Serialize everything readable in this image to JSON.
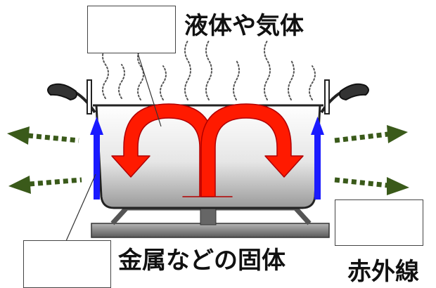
{
  "labels": {
    "liquid_gas": "液体や気体",
    "solid_metal": "金属などの固体",
    "infrared": "赤外線"
  },
  "answer_boxes": [
    {
      "id": "box-liquid-gas",
      "value": ""
    },
    {
      "id": "box-solid",
      "value": ""
    },
    {
      "id": "box-infrared",
      "value": ""
    }
  ],
  "colors": {
    "convection_arrow": "#ff1a00",
    "conduction_arrow": "#1a1aff",
    "radiation_arrow": "#3a5a1a",
    "pot_outline": "#222222",
    "burner": "#777777",
    "handle": "#333333"
  },
  "icons": [
    "pot-icon",
    "burner-icon",
    "steam-icon",
    "convection-arrow-icon",
    "conduction-arrow-icon",
    "radiation-arrow-icon"
  ]
}
